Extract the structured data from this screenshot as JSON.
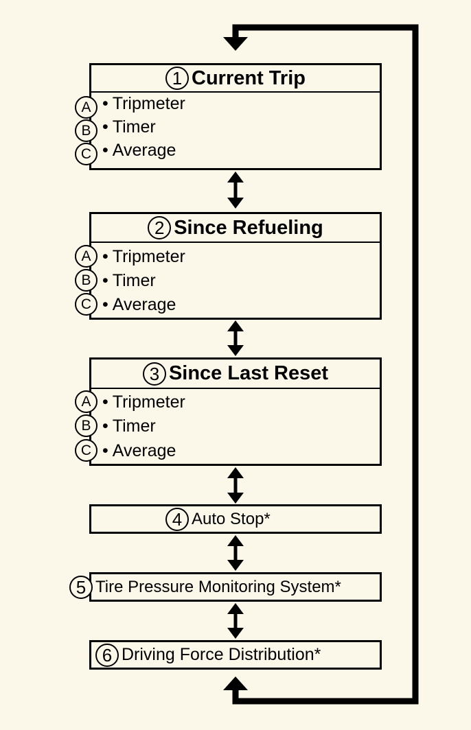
{
  "menu": {
    "sections": [
      {
        "number": "1",
        "title": "Current Trip",
        "items": [
          {
            "letter": "A",
            "label": "Tripmeter"
          },
          {
            "letter": "B",
            "label": "Timer"
          },
          {
            "letter": "C",
            "label": "Average"
          }
        ]
      },
      {
        "number": "2",
        "title": "Since Refueling",
        "items": [
          {
            "letter": "A",
            "label": "Tripmeter"
          },
          {
            "letter": "B",
            "label": "Timer"
          },
          {
            "letter": "C",
            "label": "Average"
          }
        ]
      },
      {
        "number": "3",
        "title": "Since Last Reset",
        "items": [
          {
            "letter": "A",
            "label": "Tripmeter"
          },
          {
            "letter": "B",
            "label": "Timer"
          },
          {
            "letter": "C",
            "label": "Average"
          }
        ]
      }
    ],
    "singles": [
      {
        "number": "4",
        "label": "Auto Stop*"
      },
      {
        "number": "5",
        "label": "Tire Pressure Monitoring System*"
      },
      {
        "number": "6",
        "label": "Driving Force Distribution*"
      }
    ],
    "bullet": "•"
  },
  "colors": {
    "background": "#fbf8ea",
    "line": "#000000"
  },
  "icons": {
    "loop": "loop-return-arrow",
    "between": "double-headed-vertical-arrow"
  }
}
